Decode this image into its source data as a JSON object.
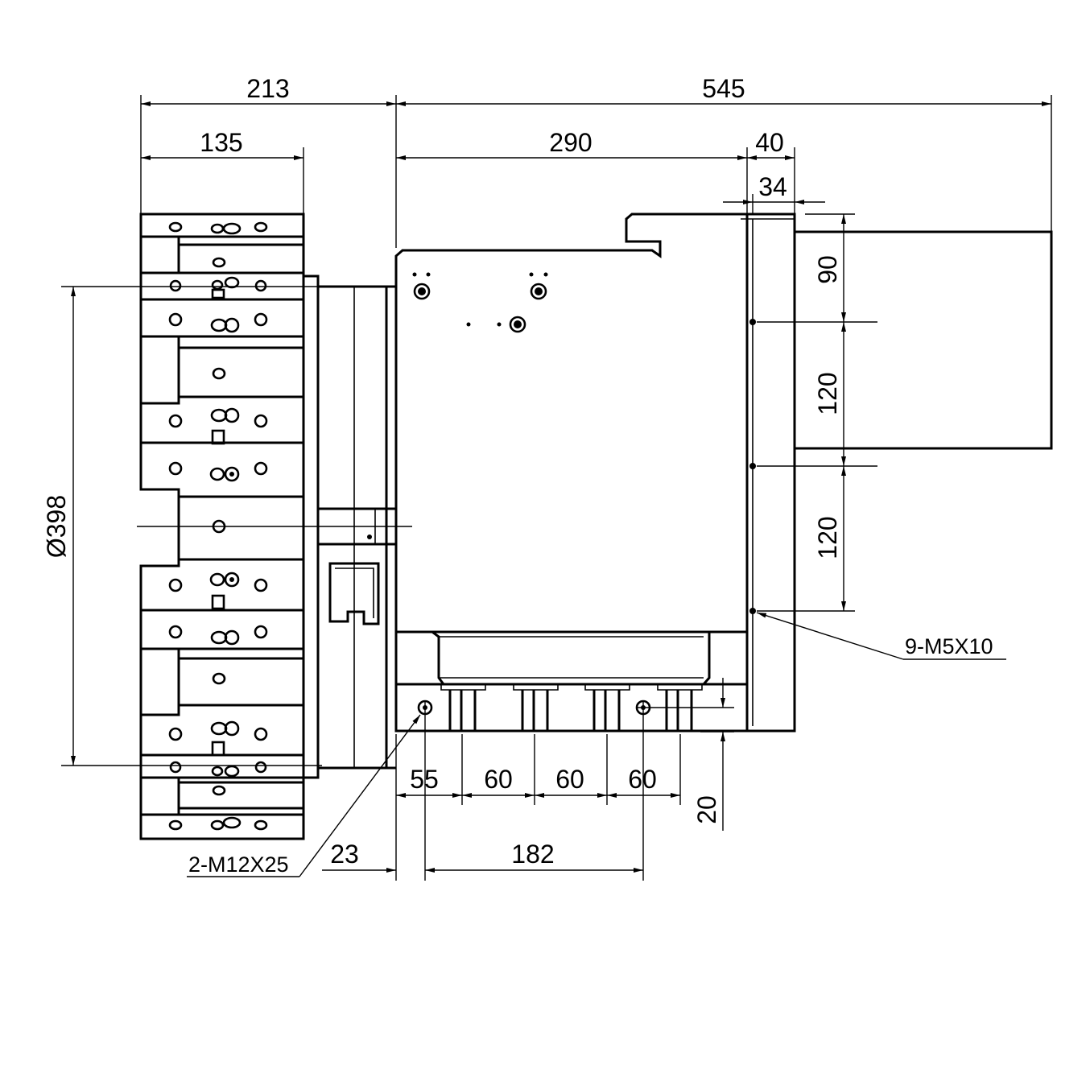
{
  "drawing": {
    "dimensions": {
      "overall_left": "213",
      "overall_right": "545",
      "flange_depth": "135",
      "body_depth": "290",
      "rear_plate": "40",
      "rear_plate_inner": "34",
      "diameter": "Ø398",
      "right_v_90": "90",
      "right_v_120_upper": "120",
      "right_v_120_lower": "120",
      "bottom_55": "55",
      "bottom_60_a": "60",
      "bottom_60_b": "60",
      "bottom_60_c": "60",
      "bottom_20": "20",
      "bottom_23": "23",
      "bottom_182": "182"
    },
    "callouts": {
      "holes_right": "9-M5X10",
      "holes_bottom": "2-M12X25"
    }
  }
}
